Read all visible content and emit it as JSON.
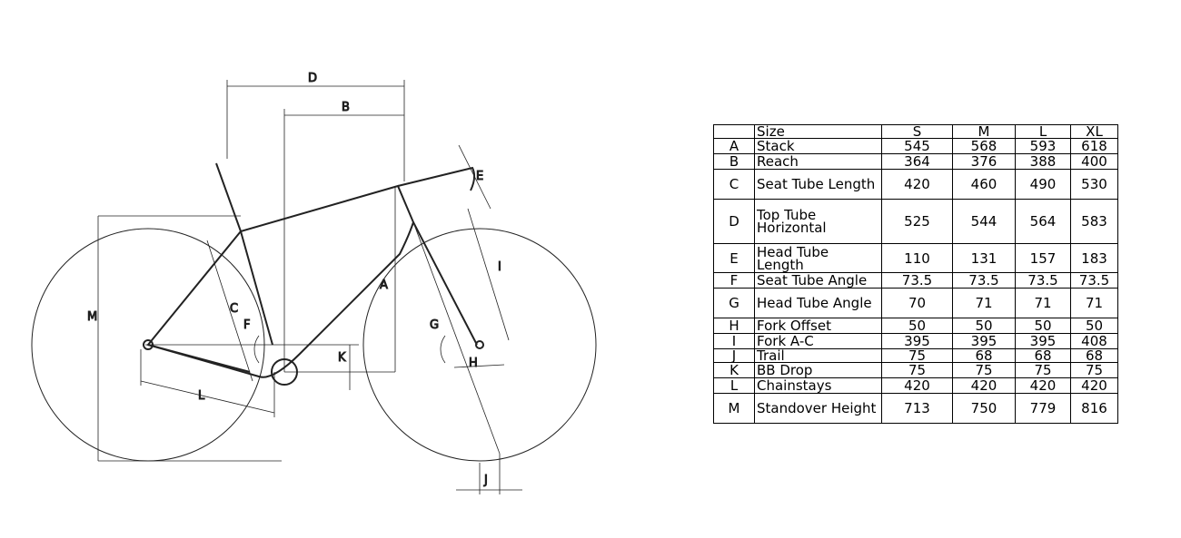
{
  "diagram": {
    "labels": {
      "A": "A",
      "B": "B",
      "C": "C",
      "D": "D",
      "E": "E",
      "F": "F",
      "G": "G",
      "H": "H",
      "I": "I",
      "J": "J",
      "K": "K",
      "L": "L",
      "M": "M"
    }
  },
  "table": {
    "header": {
      "key": "",
      "name": "Size",
      "sizes": [
        "S",
        "M",
        "L",
        "XL"
      ]
    },
    "rows": [
      {
        "key": "A",
        "name": "Stack",
        "values": [
          "545",
          "568",
          "593",
          "618"
        ]
      },
      {
        "key": "B",
        "name": "Reach",
        "values": [
          "364",
          "376",
          "388",
          "400"
        ]
      },
      {
        "key": "C",
        "name": "Seat Tube Length",
        "values": [
          "420",
          "460",
          "490",
          "530"
        ]
      },
      {
        "key": "D",
        "name": "Top Tube Horizontal",
        "values": [
          "525",
          "544",
          "564",
          "583"
        ]
      },
      {
        "key": "E",
        "name": "Head Tube Length",
        "values": [
          "110",
          "131",
          "157",
          "183"
        ]
      },
      {
        "key": "F",
        "name": "Seat Tube Angle",
        "values": [
          "73.5",
          "73.5",
          "73.5",
          "73.5"
        ]
      },
      {
        "key": "G",
        "name": "Head Tube Angle",
        "values": [
          "70",
          "71",
          "71",
          "71"
        ]
      },
      {
        "key": "H",
        "name": "Fork Offset",
        "values": [
          "50",
          "50",
          "50",
          "50"
        ]
      },
      {
        "key": "I",
        "name": "Fork A-C",
        "values": [
          "395",
          "395",
          "395",
          "408"
        ]
      },
      {
        "key": "J",
        "name": "Trail",
        "values": [
          "75",
          "68",
          "68",
          "68"
        ]
      },
      {
        "key": "K",
        "name": "BB Drop",
        "values": [
          "75",
          "75",
          "75",
          "75"
        ]
      },
      {
        "key": "L",
        "name": "Chainstays",
        "values": [
          "420",
          "420",
          "420",
          "420"
        ]
      },
      {
        "key": "M",
        "name": "Standover Height",
        "values": [
          "713",
          "750",
          "779",
          "816"
        ]
      }
    ]
  }
}
